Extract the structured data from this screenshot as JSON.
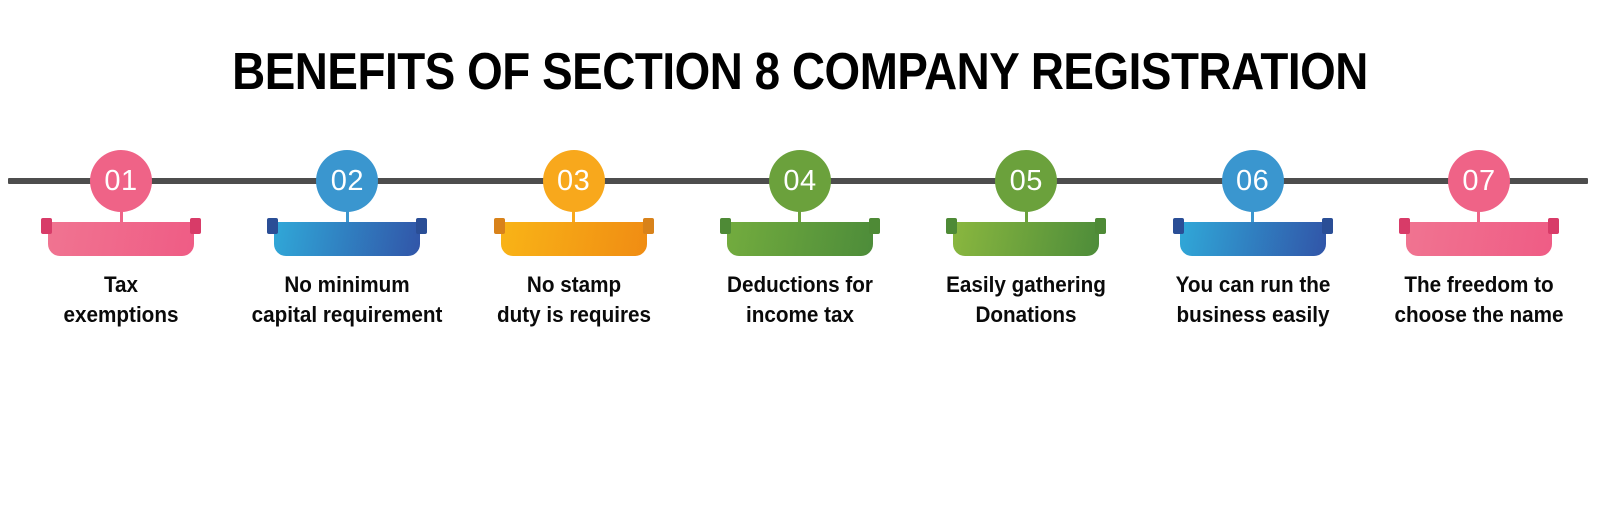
{
  "header": {
    "title": "BENEFITS OF SECTION 8 COMPANY REGISTRATION"
  },
  "timeline": {
    "axis_color": "#4d4d4d",
    "background": "#ffffff"
  },
  "items": [
    {
      "number": "01",
      "label": "Tax\nexemptions",
      "line1": "Tax",
      "line2": "exemptions",
      "badge_color": "#ef6387",
      "ribbon_from": "#f07491",
      "ribbon_to": "#ef5c85",
      "tab_color": "#d83b68",
      "stem_color": "#ef6387"
    },
    {
      "number": "02",
      "label": "No minimum\ncapital requirement",
      "line1": "No minimum",
      "line2": "capital requirement",
      "badge_color": "#3a96cf",
      "ribbon_from": "#30a8d8",
      "ribbon_to": "#3155a8",
      "tab_color": "#2a4e96",
      "stem_color": "#3a96cf"
    },
    {
      "number": "03",
      "label": "No stamp\nduty is requires",
      "line1": "No stamp",
      "line2": "duty is requires",
      "badge_color": "#f8a81c",
      "ribbon_from": "#f9b417",
      "ribbon_to": "#f08c13",
      "tab_color": "#d8821a",
      "stem_color": "#f8a81c"
    },
    {
      "number": "04",
      "label": "Deductions for\nincome tax",
      "line1": "Deductions for",
      "line2": "income tax",
      "badge_color": "#6ba13c",
      "ribbon_from": "#73ac3e",
      "ribbon_to": "#4d8c3a",
      "tab_color": "#4e8a36",
      "stem_color": "#6ba13c"
    },
    {
      "number": "05",
      "label": "Easily gathering\nDonations",
      "line1": "Easily gathering",
      "line2": "Donations",
      "badge_color": "#6ba13c",
      "ribbon_from": "#8ab73f",
      "ribbon_to": "#4d8c3a",
      "tab_color": "#4e8a36",
      "stem_color": "#6ba13c"
    },
    {
      "number": "06",
      "label": "You can run the\nbusiness easily",
      "line1": "You can run the",
      "line2": "business easily",
      "badge_color": "#3a96cf",
      "ribbon_from": "#30a8d8",
      "ribbon_to": "#3155a8",
      "tab_color": "#2a4e96",
      "stem_color": "#3a96cf"
    },
    {
      "number": "07",
      "label": "The freedom to\nchoose the name",
      "line1": "The freedom to",
      "line2": "choose the name",
      "badge_color": "#ef6387",
      "ribbon_from": "#f07491",
      "ribbon_to": "#ef5c85",
      "tab_color": "#d83b68",
      "stem_color": "#ef6387"
    }
  ]
}
